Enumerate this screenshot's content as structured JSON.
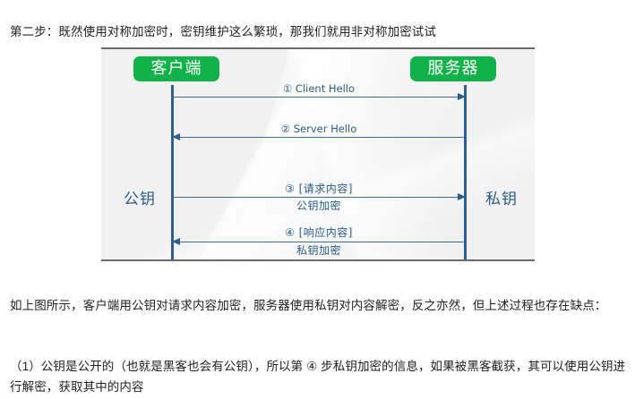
{
  "page": {
    "intro_text": "第二步：既然使用对称加密时，密钥维护这么繁琐，那我们就用非对称加密试试",
    "explain_text": "如上图所示，客户端用公钥对请求内容加密，服务器使用私钥对内容解密，反之亦然，但上述过程也存在缺点：",
    "point_1_text": "（1）公钥是公开的（也就是黑客也会有公钥），所以第 ④ 步私钥加密的信息，如果被黑客截获，其可以使用公钥进行解密，获取其中的内容"
  },
  "diagram": {
    "nodes": {
      "client_label": "客户端",
      "server_label": "服务器"
    },
    "keys": {
      "public_key_label": "公钥",
      "private_key_label": "私钥"
    },
    "messages": [
      {
        "id": "1",
        "marker": "①",
        "label": "① Client Hello",
        "sub_label": "",
        "direction": "right"
      },
      {
        "id": "2",
        "marker": "②",
        "label": "② Server Hello",
        "sub_label": "",
        "direction": "left"
      },
      {
        "id": "3",
        "marker": "③",
        "label": "③ [请求内容]",
        "sub_label": "公钥加密",
        "direction": "right"
      },
      {
        "id": "4",
        "marker": "④",
        "label": "④ [响应内容]",
        "sub_label": "私钥加密",
        "direction": "left"
      }
    ],
    "colors": {
      "node_green": "#12b24a",
      "line_blue": "#2c5f8e",
      "text_blue": "#2b5b86",
      "panel_bg": "#f1f1f1",
      "border_gray": "#6b6b6b"
    }
  }
}
